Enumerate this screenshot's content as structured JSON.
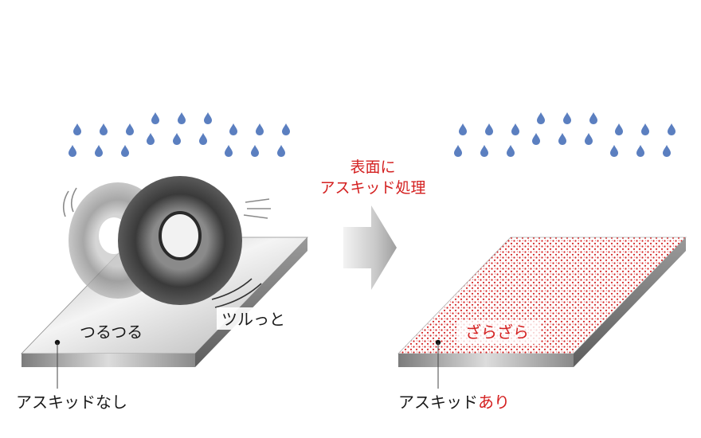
{
  "process": {
    "line1": "表面に",
    "line2": "アスキッド処理"
  },
  "left": {
    "surface_text": "つるつる",
    "motion_text": "ツルっと",
    "label": "アスキッドなし"
  },
  "right": {
    "surface_text": "ざらざら",
    "label_prefix": "アスキッド",
    "label_suffix": "あり"
  },
  "colors": {
    "drop": "#5b7fc0",
    "accent_red": "#d42020",
    "text": "#1a1a1a"
  }
}
